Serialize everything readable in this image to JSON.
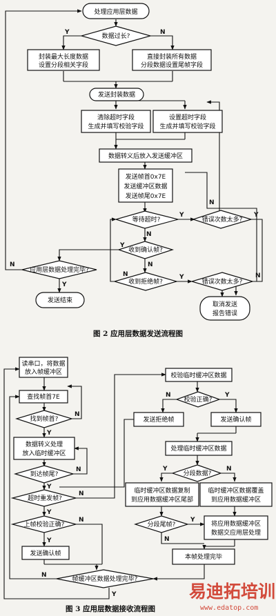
{
  "fig2": {
    "caption": "图 2 应用层数据发送流程图",
    "start": "处理应用层数据",
    "too_long": "数据过长?",
    "wrap_max": [
      "封装最大长度数据",
      "设置分段相关字段"
    ],
    "wrap_all": [
      "直接封装所有数据",
      "分段数据设置尾帧字段"
    ],
    "send_wrapped": "发送封装数据",
    "clear_timeout": [
      "清除超时字段",
      "生成并填写校验字段"
    ],
    "set_timeout": [
      "设置超时字段",
      "生成并填写校验字段"
    ],
    "escape": "数据转义后放入发送缓冲区",
    "send_frame": [
      "发送帧首0x7E",
      "发送缓冲区数据",
      "发送帧尾0x7E"
    ],
    "wait_timeout": "等待超时?",
    "too_many_errors_1": "错误次数太多?",
    "got_ack": "收到确认帧?",
    "app_done": "应用层数据处理完毕?",
    "got_reject": "收到拒绝帧?",
    "too_many_errors_2": "错误次数太多?",
    "send_end": "发送结束",
    "cancel": [
      "取消发送",
      "报告错误"
    ]
  },
  "fig3": {
    "caption": "图 3 应用层数据接收流程图",
    "read_port": [
      "读串口，将数据",
      "放入帧缓冲区"
    ],
    "find_head": "查找帧首7E",
    "found_head": "找到帧首?",
    "escape_proc": [
      "数据转义处理",
      "放入临时缓冲区"
    ],
    "reach_tail": "到达帧尾?",
    "timeout_resend": "超时重发帧?",
    "prev_check": "上帧校验正确?",
    "send_ack_left": "发送确认帧",
    "frame_buf_done": "帧缓冲区数据处理完毕?",
    "verify_temp": "校验临时缓冲区数据",
    "check_ok": "校验正确?",
    "send_reject": "发送拒绝帧",
    "send_ack_right": "发送确认帧",
    "proc_temp": "处理临时缓冲区数据",
    "segmented": "分段数据?",
    "copy_tail": [
      "临时缓冲区数据复制",
      "到应用数据缓冲区尾部"
    ],
    "overwrite": [
      "临时缓冲区数据覆盖",
      "到应用数据缓冲区"
    ],
    "seg_tail": "分段尾帧?",
    "to_app": [
      "将应用数据缓冲区",
      "数据交应用层处理"
    ],
    "frame_done": "本帧处理完毕"
  },
  "labels": {
    "yes": "Y",
    "no": "N"
  },
  "watermark": {
    "brand": "易迪拓培训",
    "url": "www.edatop.com"
  }
}
